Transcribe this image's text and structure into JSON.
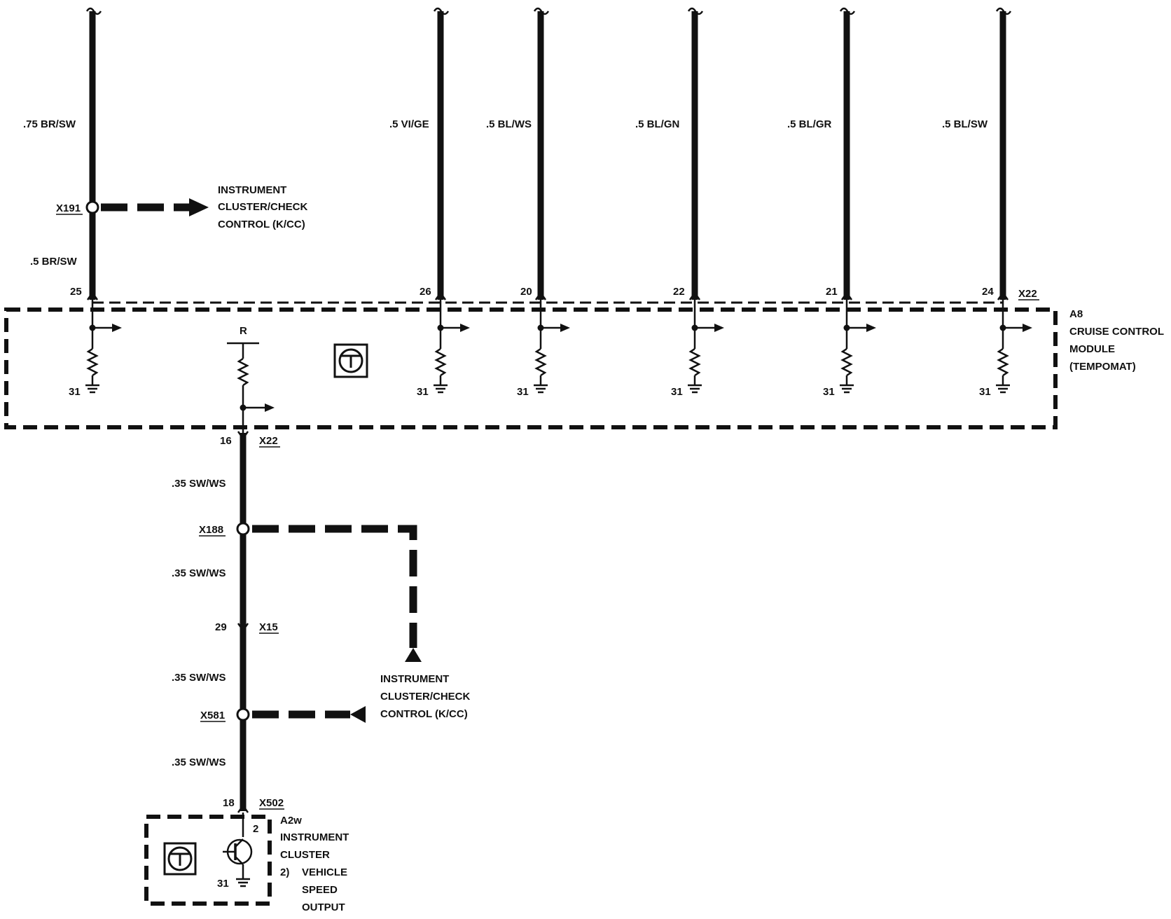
{
  "wires_top": [
    {
      "wire": ".75 BR/SW",
      "pin": "25"
    },
    {
      "wire": ".5 VI/GE",
      "pin": "26"
    },
    {
      "wire": ".5 BL/WS",
      "pin": "20"
    },
    {
      "wire": ".5 BL/GN",
      "pin": "22"
    },
    {
      "wire": ".5 BL/GR",
      "pin": "21"
    },
    {
      "wire": ".5 BL/SW",
      "pin": "24"
    }
  ],
  "splice_x191": {
    "label": "X191",
    "wire_below": ".5 BR/SW",
    "dest": [
      "INSTRUMENT",
      "CLUSTER/CHECK",
      "CONTROL (K/CC)"
    ]
  },
  "module_a8": {
    "connector": "X22",
    "lines": [
      "A8",
      "CRUISE CONTROL",
      "MODULE",
      "(TEMPOMAT)"
    ],
    "ground": "31",
    "resistor_label": "R"
  },
  "lower": {
    "pin16": "16",
    "x22": "X22",
    "wire": ".35 SW/WS",
    "x188": "X188",
    "pin29": "29",
    "x15": "X15",
    "x581": "X581",
    "pin18": "18",
    "x502": "X502",
    "dest": [
      "INSTRUMENT",
      "CLUSTER/CHECK",
      "CONTROL (K/CC)"
    ]
  },
  "cluster_a2w": {
    "pin": "2",
    "ground": "31",
    "lines": [
      "A2w",
      "INSTRUMENT",
      "CLUSTER"
    ],
    "note_marker": "2)",
    "note_lines": [
      "VEHICLE",
      "SPEED",
      "OUTPUT"
    ]
  }
}
